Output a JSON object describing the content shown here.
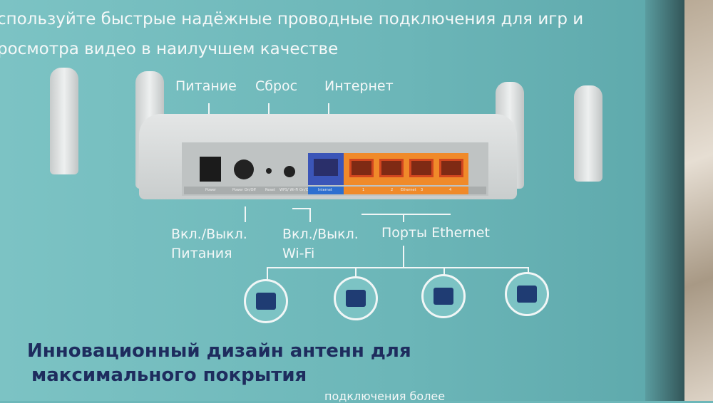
{
  "intro": {
    "line1": "спользуйте быстрые надёжные проводные подключения для игр и",
    "line2": "росмотра видео в наилучшем качестве"
  },
  "top_labels": {
    "power": "Питание",
    "reset": "Сброс",
    "internet": "Интернет"
  },
  "panel_labels": {
    "power": "Power",
    "power_onoff": "Power On/Off",
    "reset": "Reset",
    "wifi": "WPS/ Wi-Fi On/Off",
    "internet": "Internet",
    "ethernet": "Ethernet",
    "ports": [
      "1",
      "2",
      "3",
      "4"
    ]
  },
  "bottom_labels": {
    "power_switch_1": "Вкл./Выкл.",
    "power_switch_2": "Питания",
    "wifi_switch_1": "Вкл./Выкл.",
    "wifi_switch_2": "Wi-Fi",
    "ethernet_ports": "Порты Ethernet"
  },
  "icons": [
    "gaming-pc-icon",
    "smart-tv-icon",
    "desktop-icon",
    "laptop-icon"
  ],
  "heading": {
    "line1": "Инновационный дизайн антенн для",
    "line2": "максимального покрытия"
  },
  "sub_partial": "подключения более",
  "colors": {
    "background": "#6db7b9",
    "internet_port": "#3b55b8",
    "lan_port": "#f08a2a",
    "heading": "#1e2c5e"
  }
}
